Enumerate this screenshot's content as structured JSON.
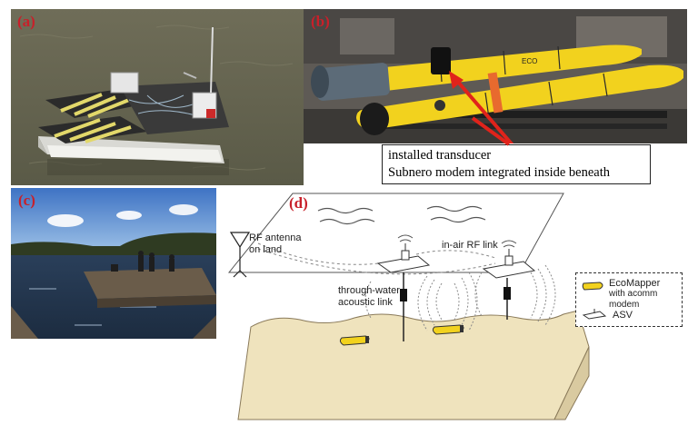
{
  "panels": {
    "a": {
      "label": "(a)"
    },
    "b": {
      "label": "(b)",
      "hull_text": "ECO",
      "callout_line1": "installed transducer",
      "callout_line2": "Subnero modem integrated inside beneath"
    },
    "c": {
      "label": "(c)"
    },
    "d": {
      "label": "(d)",
      "rf_antenna_line1": "RF antenna",
      "rf_antenna_line2": "on land",
      "in_air_rf": "in-air RF link",
      "through_water_line1": "through-water",
      "through_water_line2": "acoustic link",
      "legend_ecomapper_line1": "EcoMapper",
      "legend_ecomapper_line2": "with acomm modem",
      "legend_asv": "ASV"
    }
  },
  "colors": {
    "label_red": "#c8202a",
    "auv_yellow": "#f2d21e",
    "seabed_sand": "#efe3bd",
    "arrow_red": "#e0231b"
  }
}
